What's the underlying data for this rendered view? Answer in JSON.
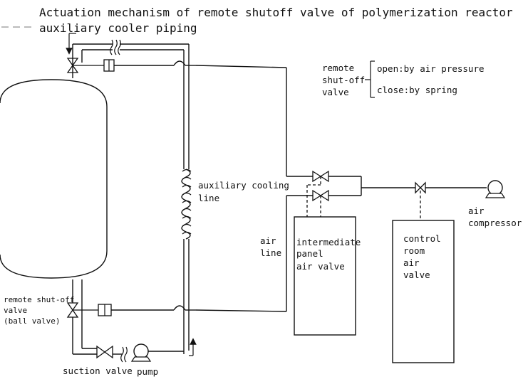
{
  "title": {
    "line1": "Actuation mechanism of remote shutoff valve of polymerization reactor",
    "line2": "auxiliary cooler piping"
  },
  "legend": {
    "subject_line1": "remote",
    "subject_line2": "shut-off",
    "subject_line3": "valve",
    "open": "open:by air pressure",
    "close": "close:by spring"
  },
  "labels": {
    "aux_line1": "auxiliary cooling",
    "aux_line2": "line",
    "air_line1": "air",
    "air_line2": "line",
    "air_comp1": "air",
    "air_comp2": "compressor",
    "remote_valve1": "remote shut-off",
    "remote_valve2": "valve",
    "remote_valve3": "(ball valve)",
    "suction_valve": "suction valve",
    "pump": "pump"
  },
  "intermediate_panel": {
    "line1": "intermediate",
    "line2": "panel",
    "line3": "air valve"
  },
  "control_room": {
    "line1": "control",
    "line2": "room",
    "line3": "air",
    "line4": "valve"
  },
  "colors": {
    "line": "#111111",
    "background": "#ffffff"
  }
}
